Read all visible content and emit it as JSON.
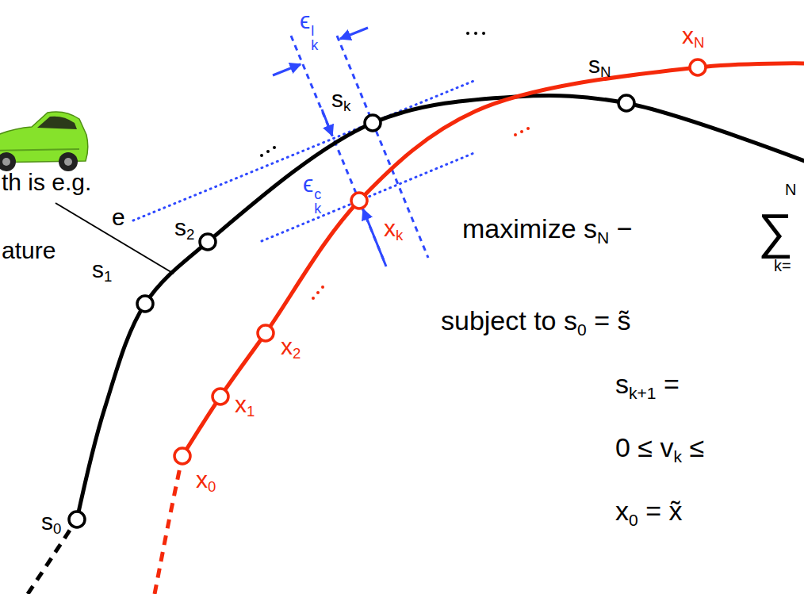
{
  "diagram": {
    "labels": [
      "th is e.g.",
      "e",
      "ature",
      "s0",
      "s1",
      "s2",
      "sk",
      "sN",
      "x0",
      "x1",
      "x2",
      "xk",
      "xN",
      "ϵkl",
      "ϵkc",
      "maximize sN −",
      "∑",
      "N",
      "k=",
      "subject to s0 = s̃",
      "sk+1 =",
      "0 ≤ vk ≤",
      "x0 = x̃"
    ]
  }
}
